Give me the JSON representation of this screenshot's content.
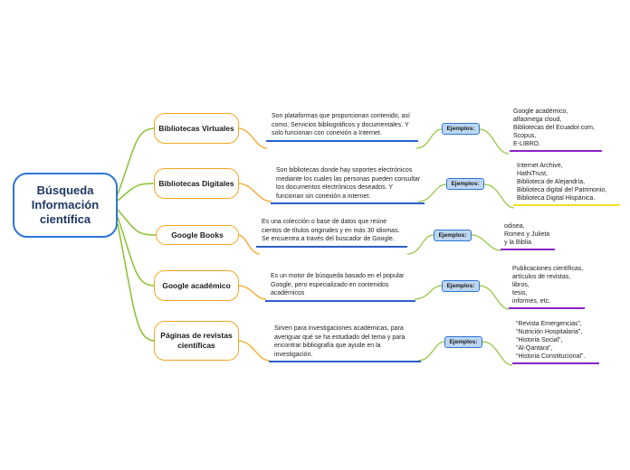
{
  "root": {
    "title": "Búsqueda Información científica"
  },
  "branches": [
    {
      "label": "Bibliotecas Virtuales",
      "description": "Son plataformas que proporcionan contenido, así como, Servicios bibliográficos y documentales. Y solo   funcionan con conexión a Internet.",
      "examples_label": "Ejemplos:",
      "examples": [
        "Google académico,",
        "alfaomega cloud,",
        "Bibliotecas del Ecuador.com,",
        "Scopus,",
        "E-LIBRO."
      ],
      "color": "#8fc43b",
      "example_underline": "#8b22c9"
    },
    {
      "label": "Bibliotecas Digitales",
      "description": "Son bibliotecas donde hay soportes electrónicos mediante los cuales las personas pueden consultar los documentos electrónicos deseados. Y funcionan sin conexión a internet.",
      "examples_label": "Ejemplos:",
      "examples": [
        "Internet Archive,",
        "HathiTrust,",
        "Biblioteca de Alejandría,",
        "Biblioteca digital del Patrimonio,",
        "Biblioteca Digital Hispánica."
      ],
      "color": "#8fc43b",
      "example_underline": "#f2e11f"
    },
    {
      "label": "Google Books",
      "description": "Es una colección o base de datos que reúne cientos de títulos originales y en más 30 idiomas. Se encuentra a través del buscador de Google.",
      "examples_label": "Ejemplos:",
      "examples": [
        "odisea,",
        "Romeo y Julieta",
        "y la Biblia"
      ],
      "color": "#8fc43b",
      "example_underline": "#8b22c9"
    },
    {
      "label": "Google académico",
      "description": "Es un motor de búsqueda basado en el popular Google, pero especializado en contenidos académicos",
      "examples_label": "Ejemplos:",
      "examples": [
        "Publicaciones científicas,",
        "artículos de revistas,",
        "libros,",
        "tesis,",
        "informes, etc."
      ],
      "color": "#8fc43b",
      "example_underline": "#8b22c9"
    },
    {
      "label": "Páginas de revistas científicas",
      "description": "Sirven para investigaciones académicas, para averiguar qué se ha estudiado del tema y para encontrar bibliografía que ayude en la investigación.",
      "examples_label": "Ejemplos:",
      "examples": [
        "“Revista Emergencias”,",
        "“Nutrición Hospitalaria”,",
        "“Historia Social”,",
        "“Al-Qantara”,",
        "“Historia Constitucional”."
      ],
      "color": "#8fc43b",
      "example_underline": "#8b22c9"
    }
  ]
}
